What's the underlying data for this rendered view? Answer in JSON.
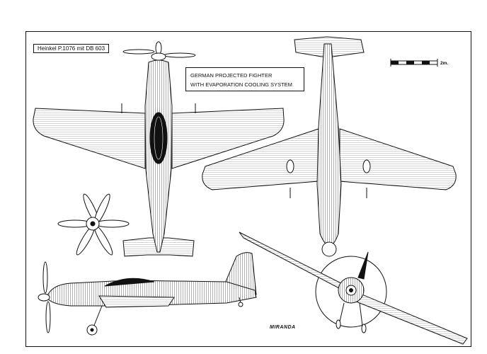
{
  "title": "Heinkel P.1076 mit DB 603",
  "caption": {
    "line1": "GERMAN PROJECTED FIGHTER",
    "line2": "WITH EVAPORATION COOLING SYSTEM"
  },
  "scale": {
    "label": "2m."
  },
  "signature": "MIRANDA",
  "colors": {
    "ink": "#111111",
    "paper": "#ffffff",
    "hatch": "#444444"
  }
}
